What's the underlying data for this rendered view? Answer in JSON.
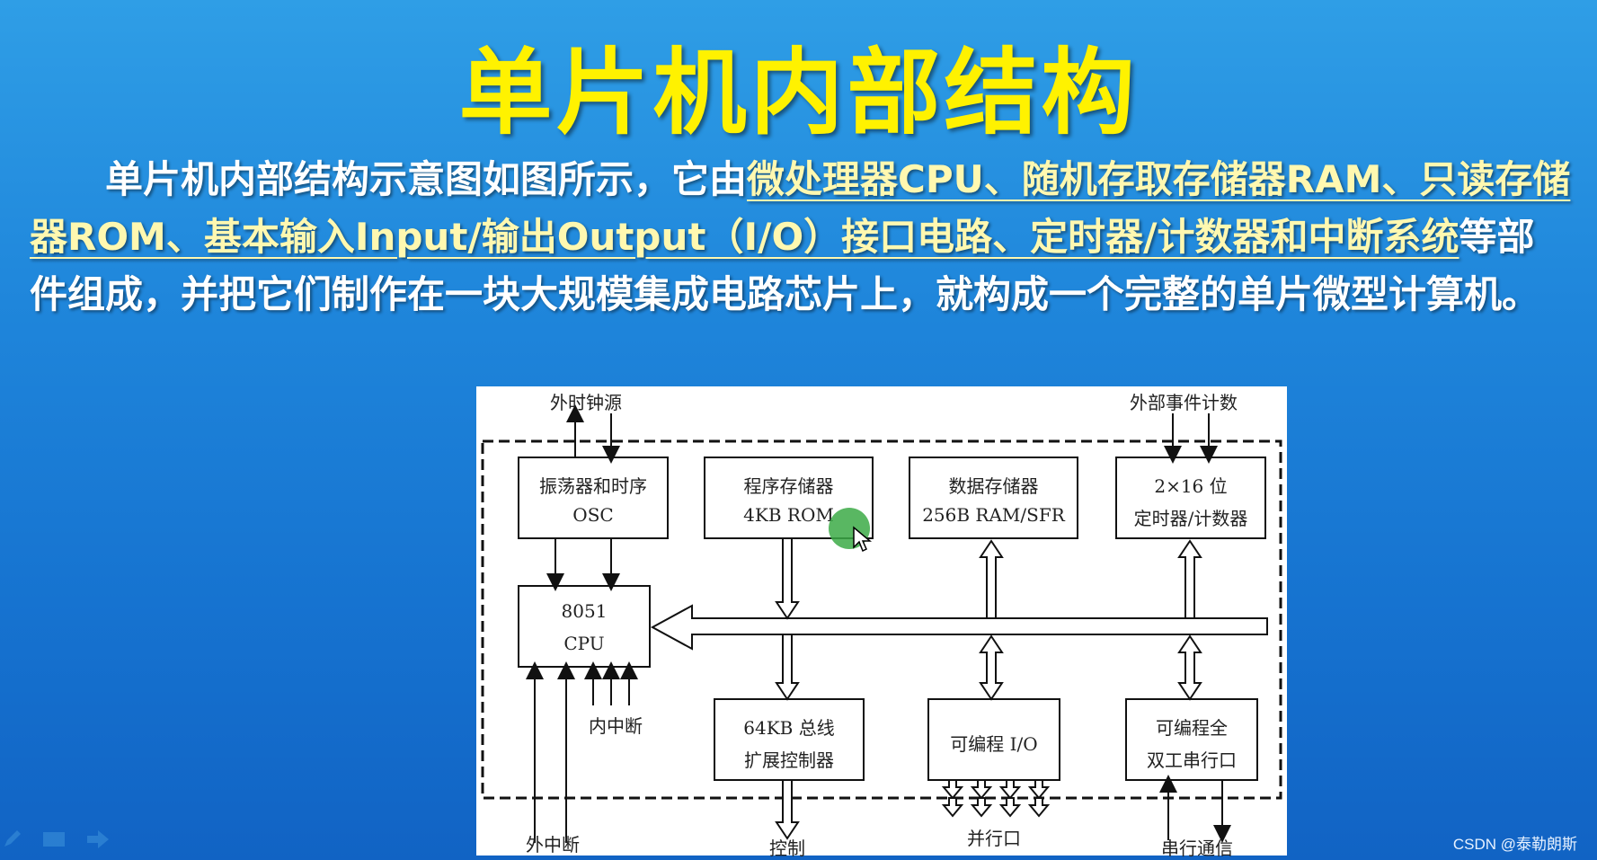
{
  "slide": {
    "title": "单片机内部结构",
    "para_part1": "单片机内部结构示意图如图所示，它由",
    "para_highlight": "微处理器CPU、随机存取存储器RAM、只读存储器ROM、基本输入Input/输出Output（I/O）接口电路、定时器/计数器和中断系统",
    "para_part2": "等部件组成，并把它们制作在一块大规模集成电路芯片上，就构成一个完整的单片微型计算机。"
  },
  "diagram": {
    "ext_clock": "外时钟源",
    "ext_event": "外部事件计数",
    "osc_line1": "振荡器和时序",
    "osc_line2": "OSC",
    "rom_line1": "程序存储器",
    "rom_line2": "4KB ROM",
    "ram_line1": "数据存储器",
    "ram_line2": "256B RAM/SFR",
    "timer_line1": "2×16 位",
    "timer_line2": "定时器/计数器",
    "cpu_line1": "8051",
    "cpu_line2": "CPU",
    "int_internal": "内中断",
    "bus_line1": "64KB 总线",
    "bus_line2": "扩展控制器",
    "io_label": "可编程 I/O",
    "serial_line1": "可编程全",
    "serial_line2": "双工串行口",
    "ext_int": "外中断",
    "control": "控制",
    "parallel": "并行口",
    "serial_comm": "串行通信"
  },
  "watermark": "CSDN @泰勒朗斯",
  "icons": [
    "pen-icon",
    "slides-icon",
    "arrow-right-icon"
  ]
}
